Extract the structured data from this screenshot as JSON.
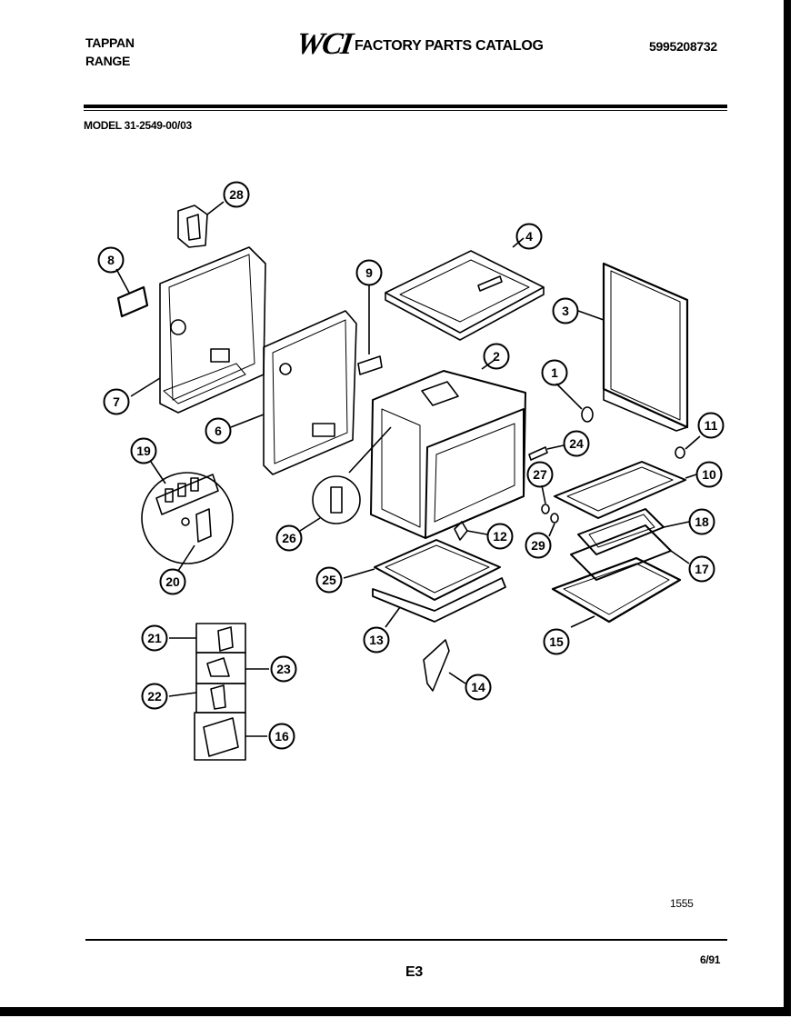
{
  "header": {
    "brand_line1": "TAPPAN",
    "brand_line2": "RANGE",
    "logo": "WCI",
    "catalog_title": "FACTORY PARTS CATALOG",
    "part_number": "5995208732",
    "model": "MODEL 31-2549-00/03"
  },
  "callouts": [
    "28",
    "8",
    "9",
    "4",
    "3",
    "7",
    "2",
    "1",
    "11",
    "6",
    "24",
    "10",
    "19",
    "27",
    "18",
    "26",
    "12",
    "29",
    "17",
    "25",
    "20",
    "13",
    "15",
    "21",
    "23",
    "14",
    "22",
    "16"
  ],
  "footer": {
    "figure_number": "1555",
    "page_code": "E3",
    "date": "6/91"
  }
}
